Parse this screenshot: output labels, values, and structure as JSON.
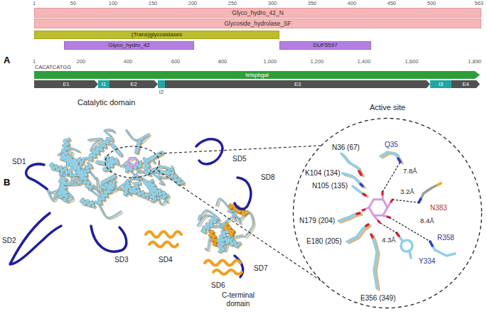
{
  "diagram": {
    "nodes": [
      {
        "text": [
          "Glyco_hydro_42_N"
        ]
      },
      {
        "text": [
          "Glycoside_hydrolase_SF"
        ]
      },
      {
        "text": [
          "(Trans)glycosidases"
        ]
      },
      {
        "text": [
          "Glyco_hydro_42"
        ]
      },
      {
        "text": [
          "DUF5597"
        ]
      },
      {
        "text": [
          "tetspbgal"
        ]
      },
      {
        "text": [
          "E1"
        ]
      },
      {
        "text": [
          "I1"
        ]
      },
      {
        "text": [
          "E2"
        ]
      },
      {
        "text": [
          "I2"
        ]
      },
      {
        "text": [
          "E3"
        ]
      },
      {
        "text": [
          "I3"
        ]
      },
      {
        "text": [
          "E4"
        ]
      },
      {
        "text": [
          "Active site"
        ]
      }
    ],
    "labels": [
      "1",
      "50",
      "100",
      "150",
      "200",
      "250",
      "300",
      "350",
      "400",
      "450",
      "500",
      "563",
      "A",
      "1",
      "200",
      "400",
      "600",
      "800",
      "1,000",
      "1,200",
      "1,400",
      "1,600",
      "1,890",
      "CACATCATGG",
      "B",
      "Catalytic domain",
      "SD1",
      "SD2",
      "SD3",
      "SD4",
      "SD5",
      "SD6",
      "SD7",
      "SD8",
      "C-terminal domain",
      "N36 (67)",
      "Q35",
      "K104 (134)",
      "N105 (135)",
      "7.8Å",
      "3.2Å",
      "N383",
      "4.3Å",
      "8.4Å",
      "N179 (204)",
      "R358",
      "E180 (205)",
      "Y334",
      "E356 (349)"
    ]
  }
}
